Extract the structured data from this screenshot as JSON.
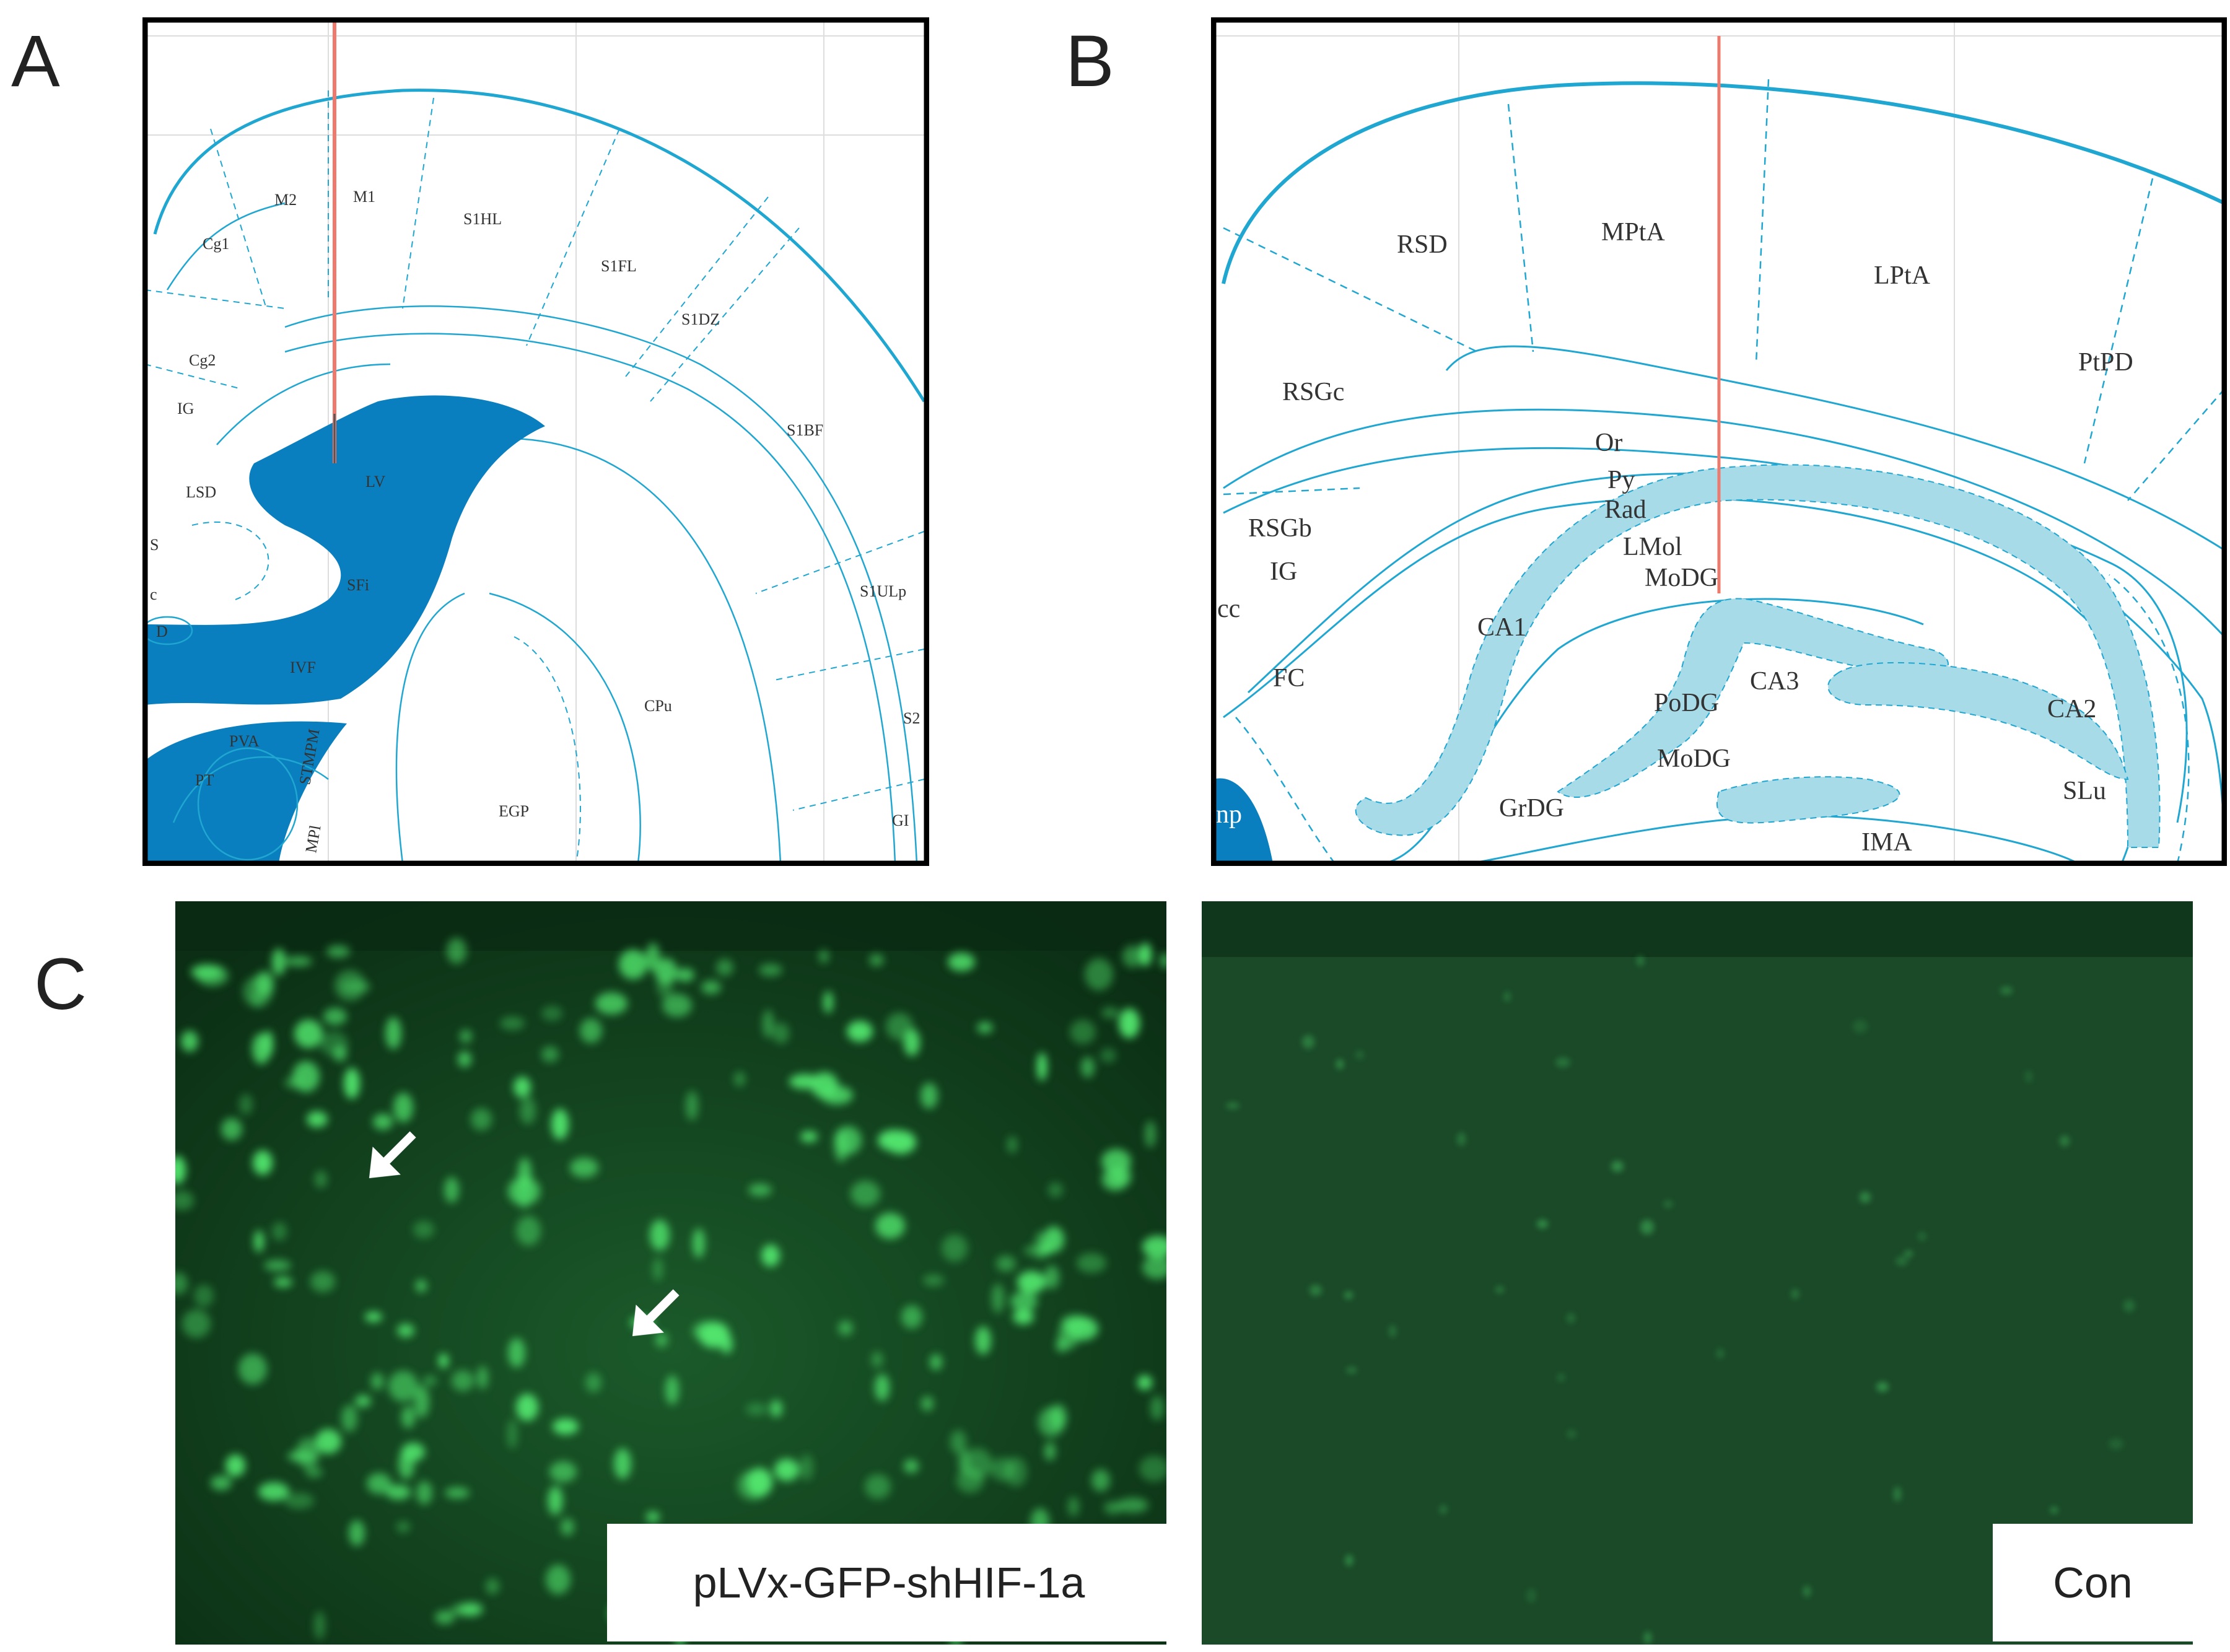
{
  "panel_letters": {
    "a": "A",
    "b": "B",
    "c": "C"
  },
  "colors": {
    "atlas_line": "#1fa6d1",
    "ventricle": "#0a7fbf",
    "cell_layer": "#a8dbe8",
    "needle": "#ee7a6e",
    "fluor_bg": "#0d3a18",
    "fluor_cell": "#5cff7a"
  },
  "panel_a": {
    "regions": {
      "m2": "M2",
      "m1": "M1",
      "s1hl": "S1HL",
      "cg1": "Cg1",
      "s1fl": "S1FL",
      "s1dz": "S1DZ",
      "cg2": "Cg2",
      "s1bf": "S1BF",
      "ig": "IG",
      "lsd": "LSD",
      "lv": "LV",
      "s": "S",
      "sfi": "SFi",
      "c": "c",
      "d": "D",
      "s1ulp": "S1ULp",
      "ivf": "IVF",
      "cpu": "CPu",
      "pva": "PVA",
      "pt": "PT",
      "stmpm": "STMPM",
      "s2": "S2",
      "egp": "EGP",
      "gi": "GI",
      "mpl": "MPl"
    }
  },
  "panel_b": {
    "regions": {
      "rsd": "RSD",
      "mpta": "MPtA",
      "lpta": "LPtA",
      "ptpd": "PtPD",
      "rsgc": "RSGc",
      "or": "Or",
      "py": "Py",
      "rad": "Rad",
      "rsgb": "RSGb",
      "lmol": "LMol",
      "ig": "IG",
      "modg_top": "MoDG",
      "cc": "cc",
      "ca1": "CA1",
      "fc": "FC",
      "ca3": "CA3",
      "podg": "PoDG",
      "ca2": "CA2",
      "modg_bottom": "MoDG",
      "grdg": "GrDG",
      "slu": "SLu",
      "np": "np",
      "ima": "IMA"
    }
  },
  "panel_c": {
    "left_label": "pLVx-GFP-shHIF-1a",
    "right_label": "Con"
  }
}
